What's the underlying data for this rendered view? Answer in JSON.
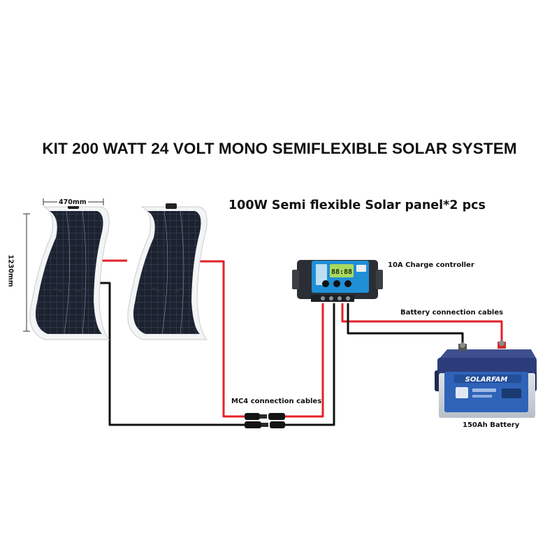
{
  "title": "KIT 200 WATT 24 VOLT MONO SEMIFLEXIBLE SOLAR SYSTEM",
  "subtitle": "100W Semi flexible Solar panel*2 pcs",
  "labels": {
    "width": "470mm",
    "height": "1230mm",
    "controller": "10A Charge controller",
    "battery_cables": "Battery connection cables",
    "mc4_cables": "MC4 connection cables",
    "battery": "150Ah Battery"
  },
  "battery_brand": "SOLARFAM",
  "controller_display": "88:88",
  "colors": {
    "positive_wire": "#e3202a",
    "negative_wire": "#111111",
    "panel_cell": "#1c2230",
    "battery_label": "#2f63b8",
    "controller_face": "#1f8fd6"
  }
}
